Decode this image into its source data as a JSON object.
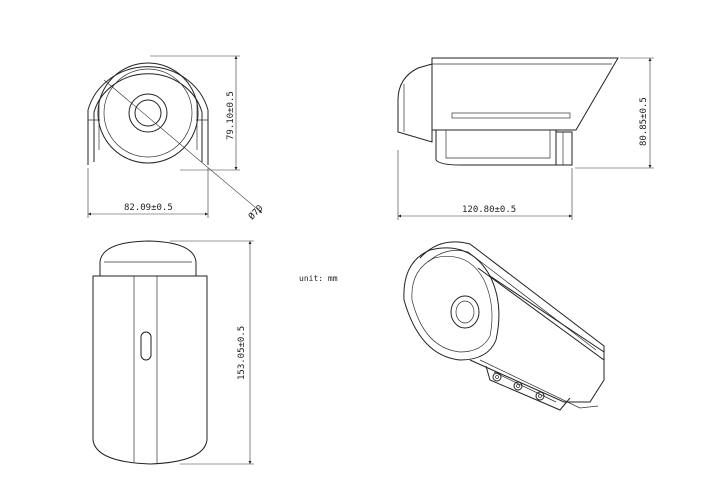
{
  "dimensions": {
    "front_width": "82.09±0.5",
    "front_height": "79.10±0.5",
    "lens_diameter": "Ø70",
    "side_length": "120.80±0.5",
    "side_height": "80.85±0.5",
    "bottom_length": "153.05±0.5"
  },
  "unit_note": "unit: mm"
}
